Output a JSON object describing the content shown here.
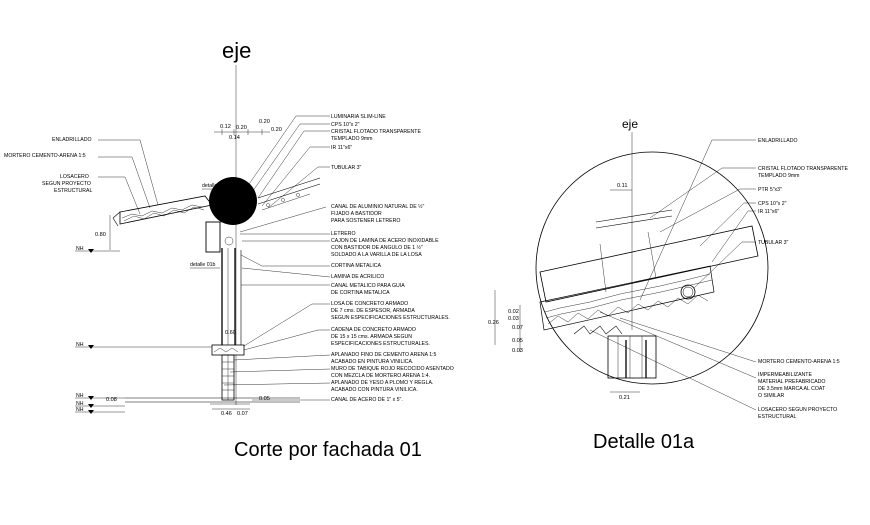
{
  "section": {
    "axis_label": "eje",
    "title": "Corte por fachada 01",
    "left_labels": [
      "ENLADRILLADO",
      "MORTERO CEMENTO-ARENA 1:5",
      "LOSACERO",
      "SEGUN PROYECTO",
      "ESTRUCTURAL"
    ],
    "right_labels": [
      "LUMINARIA SLIM-LINE",
      "CPS 10\"x 2\"",
      "CRISTAL FLOTADO TRANSPARENTE",
      "TEMPLADO 9mm",
      "IR 11\"x6\"",
      "TUBULAR 3\"",
      "CANAL DE ALUMINIO NATURAL DE ½\"",
      "FIJADO A BASTIDOR",
      "PARA SOSTENER LETRERO",
      "LETRERO",
      "CAJON DE LAMINA DE ACERO INOXIDABLE",
      "CON BASTIDOR DE ANGULO DE 1 ½\"",
      "SOLDADO A LA VARILLA DE LA LOSA",
      "CORTINA METALICA",
      "LAMINA DE ACRILICO",
      "CANAL METALICO PARA GUIA",
      "DE CORTINA METALICA",
      "LOSA DE CONCRETO ARMADO",
      "DE 7 cms. DE ESPESOR, ARMADA",
      "SEGUN ESPECIFICACIONES ESTRUCTURALES.",
      "CADENA  DE CONCRETO ARMADO",
      "DE 15 x 15 cms. ARMADA SEGUN",
      "ESPECIFICACIONES ESTRUCTURALES.",
      "APLANADO FINO DE CEMENTO ARENA 1:5",
      "ACABADO EN PINTURA VINILICA.",
      "MURO DE TABIQUE ROJO RECOCIDO ASENTADO",
      "CON MEZCLA DE MORTERO ARENA 1:4.",
      "APLANADO DE YESO A PLOMO Y REGLA.",
      "ACABADO CON PINTURA VINILICA.",
      "CANAL DE ACERO DE 1\" x 5\"."
    ],
    "dims": [
      "0.12",
      "0.20",
      "0.20",
      "0.20",
      "0.14",
      "0.80",
      "0.60",
      "0.08",
      "0.05",
      "0.46",
      "0.07"
    ],
    "level_marks": [
      "NH",
      "NH",
      "NH",
      "NH",
      "NH"
    ],
    "detail_tags": [
      "detalle 01a",
      "detalle 01b"
    ]
  },
  "detail": {
    "axis_label": "eje",
    "title": "Detalle 01a",
    "labels": [
      "ENLADRILLADO",
      "CRISTAL FLOTADO TRANSPARENTE",
      "TEMPLADO 9mm",
      "PTR 5\"x3\"",
      "CPS 10\"x 2\"",
      "IR 11\"x6\"",
      "TUBULAR 3\"",
      "MORTERO CEMENTO-ARENA 1:5",
      "IMPERMEABILIZANTE",
      "MATERIAL PREFABRICADO",
      "DE 3.5mm MARCA AL COAT",
      "O SIMILAR",
      "LOSACERO SEGUN PROYECTO",
      "ESTRUCTURAL"
    ],
    "dims": [
      "0.11",
      "0.26",
      "0.02",
      "0.03",
      "0.07",
      "0.05",
      "0.03",
      "0.21"
    ]
  }
}
